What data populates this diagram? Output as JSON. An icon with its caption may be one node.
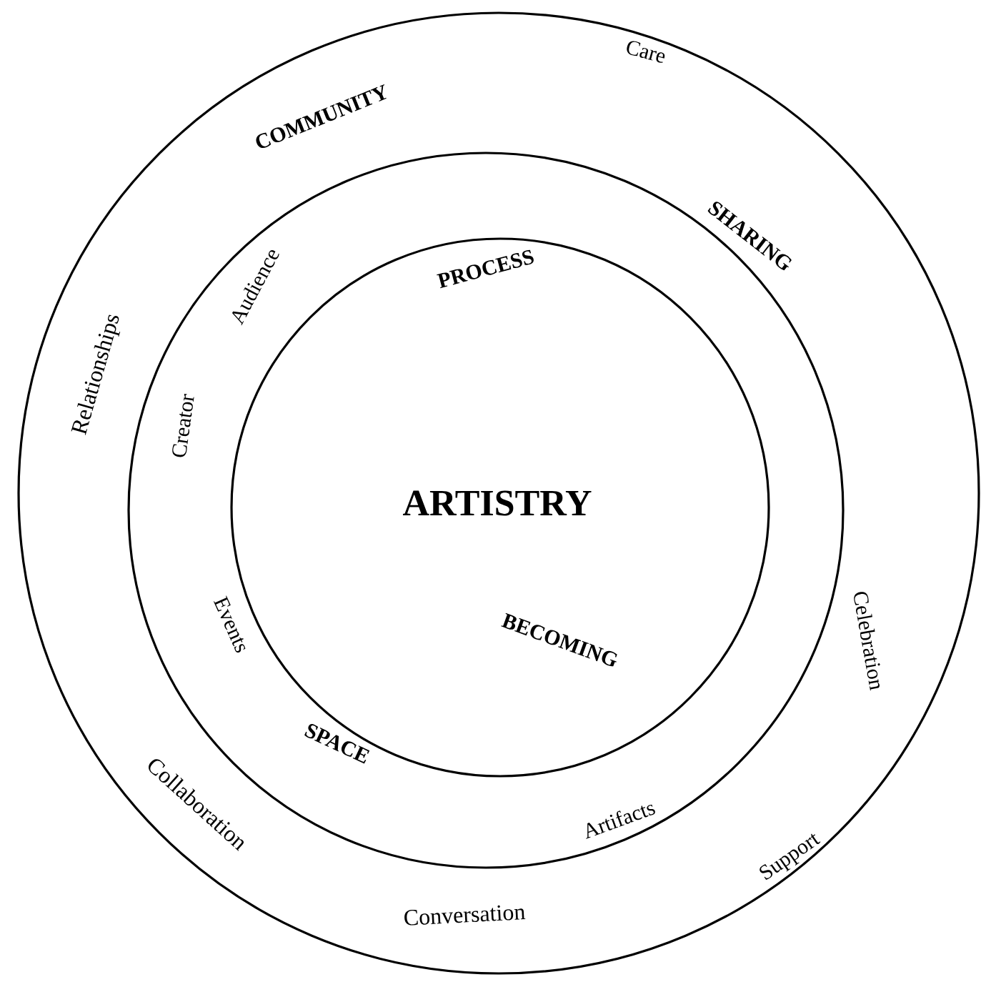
{
  "diagram": {
    "nodes": [
      {
        "text": [
          "COMMUNITY",
          "Care",
          "SHARING",
          "Relationships",
          "Celebration",
          "Collaboration",
          "Conversation",
          "Support"
        ]
      },
      {
        "text": [
          "Audience",
          "Creator",
          "Events",
          "SPACE",
          "Artifacts"
        ],
        "in": 0
      },
      {
        "text": [
          "PROCESS",
          "ARTISTRY",
          "BECOMING"
        ],
        "in": 1
      }
    ]
  }
}
